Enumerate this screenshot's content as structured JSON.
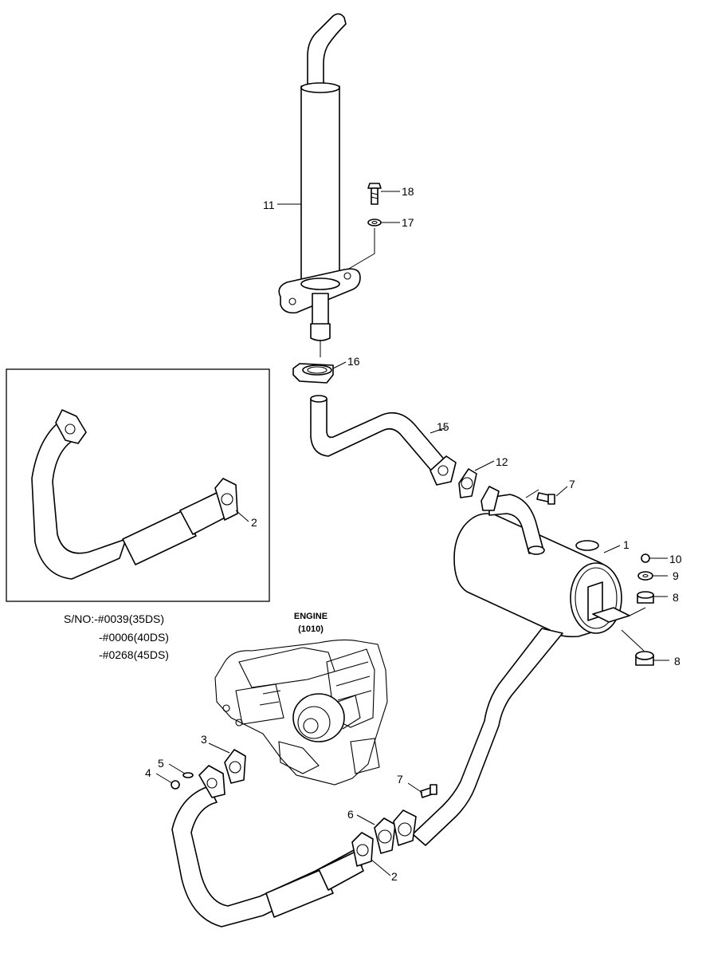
{
  "callouts": [
    {
      "id": "c1",
      "label": "1"
    },
    {
      "id": "c2a",
      "label": "2"
    },
    {
      "id": "c2b",
      "label": "2"
    },
    {
      "id": "c3",
      "label": "3"
    },
    {
      "id": "c4",
      "label": "4"
    },
    {
      "id": "c5",
      "label": "5"
    },
    {
      "id": "c6",
      "label": "6"
    },
    {
      "id": "c7a",
      "label": "7"
    },
    {
      "id": "c7b",
      "label": "7"
    },
    {
      "id": "c8a",
      "label": "8"
    },
    {
      "id": "c8b",
      "label": "8"
    },
    {
      "id": "c9",
      "label": "9"
    },
    {
      "id": "c10",
      "label": "10"
    },
    {
      "id": "c11",
      "label": "11"
    },
    {
      "id": "c12",
      "label": "12"
    },
    {
      "id": "c15",
      "label": "15"
    },
    {
      "id": "c16",
      "label": "16"
    },
    {
      "id": "c17",
      "label": "17"
    },
    {
      "id": "c18",
      "label": "18"
    }
  ],
  "inset": {
    "serial_lines": [
      "S/NO:-#0039(35DS)",
      "-#0006(40DS)",
      "-#0268(45DS)"
    ]
  },
  "engine": {
    "title": "ENGINE",
    "code": "(1010)"
  }
}
